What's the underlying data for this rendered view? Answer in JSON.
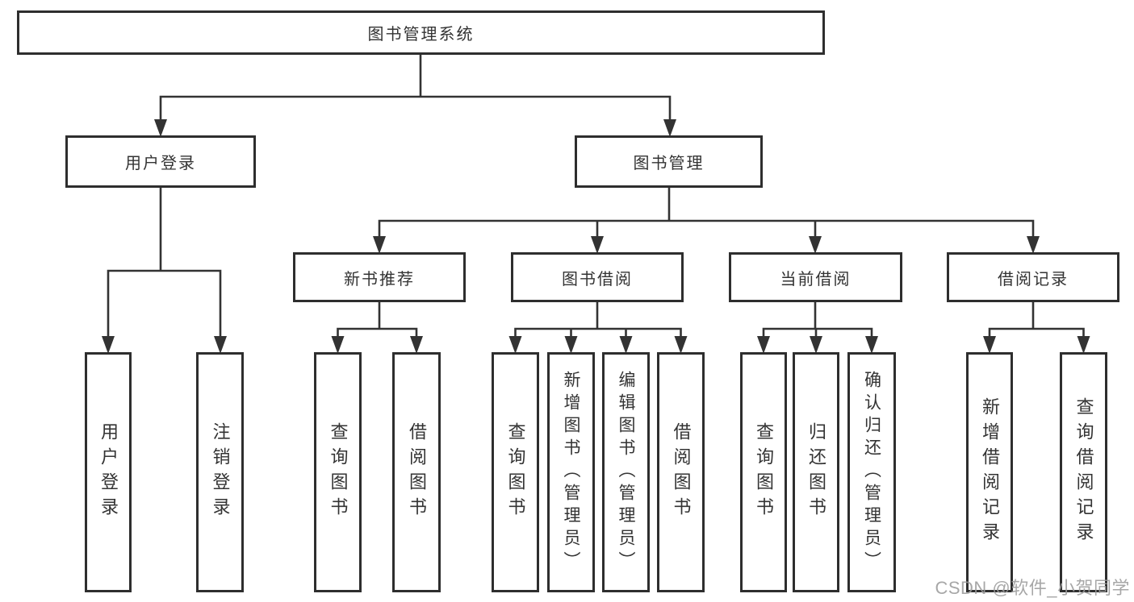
{
  "watermark": {
    "text": "CSDN @软件_小贺同学"
  },
  "colors": {
    "line": "#333333",
    "box_border": "#2e2e2e",
    "text": "#333333",
    "watermark": "#9c9c9c",
    "background": "#ffffff"
  },
  "structure": {
    "root": {
      "label": "图书管理系统",
      "children": [
        {
          "label": "用户登录",
          "children": [
            {
              "label": "用户登录"
            },
            {
              "label": "注销登录"
            }
          ]
        },
        {
          "label": "图书管理",
          "children": [
            {
              "label": "新书推荐",
              "children": [
                {
                  "label": "查询图书"
                },
                {
                  "label": "借阅图书"
                }
              ]
            },
            {
              "label": "图书借阅",
              "children": [
                {
                  "label": "查询图书"
                },
                {
                  "label": "新增图书（管理员）"
                },
                {
                  "label": "编辑图书（管理员）"
                },
                {
                  "label": "借阅图书"
                }
              ]
            },
            {
              "label": "当前借阅",
              "children": [
                {
                  "label": "查询图书"
                },
                {
                  "label": "归还图书"
                },
                {
                  "label": "确认归还（管理员）"
                }
              ]
            },
            {
              "label": "借阅记录",
              "children": [
                {
                  "label": "新增借阅记录"
                },
                {
                  "label": "查询借阅记录"
                }
              ]
            }
          ]
        }
      ]
    }
  }
}
